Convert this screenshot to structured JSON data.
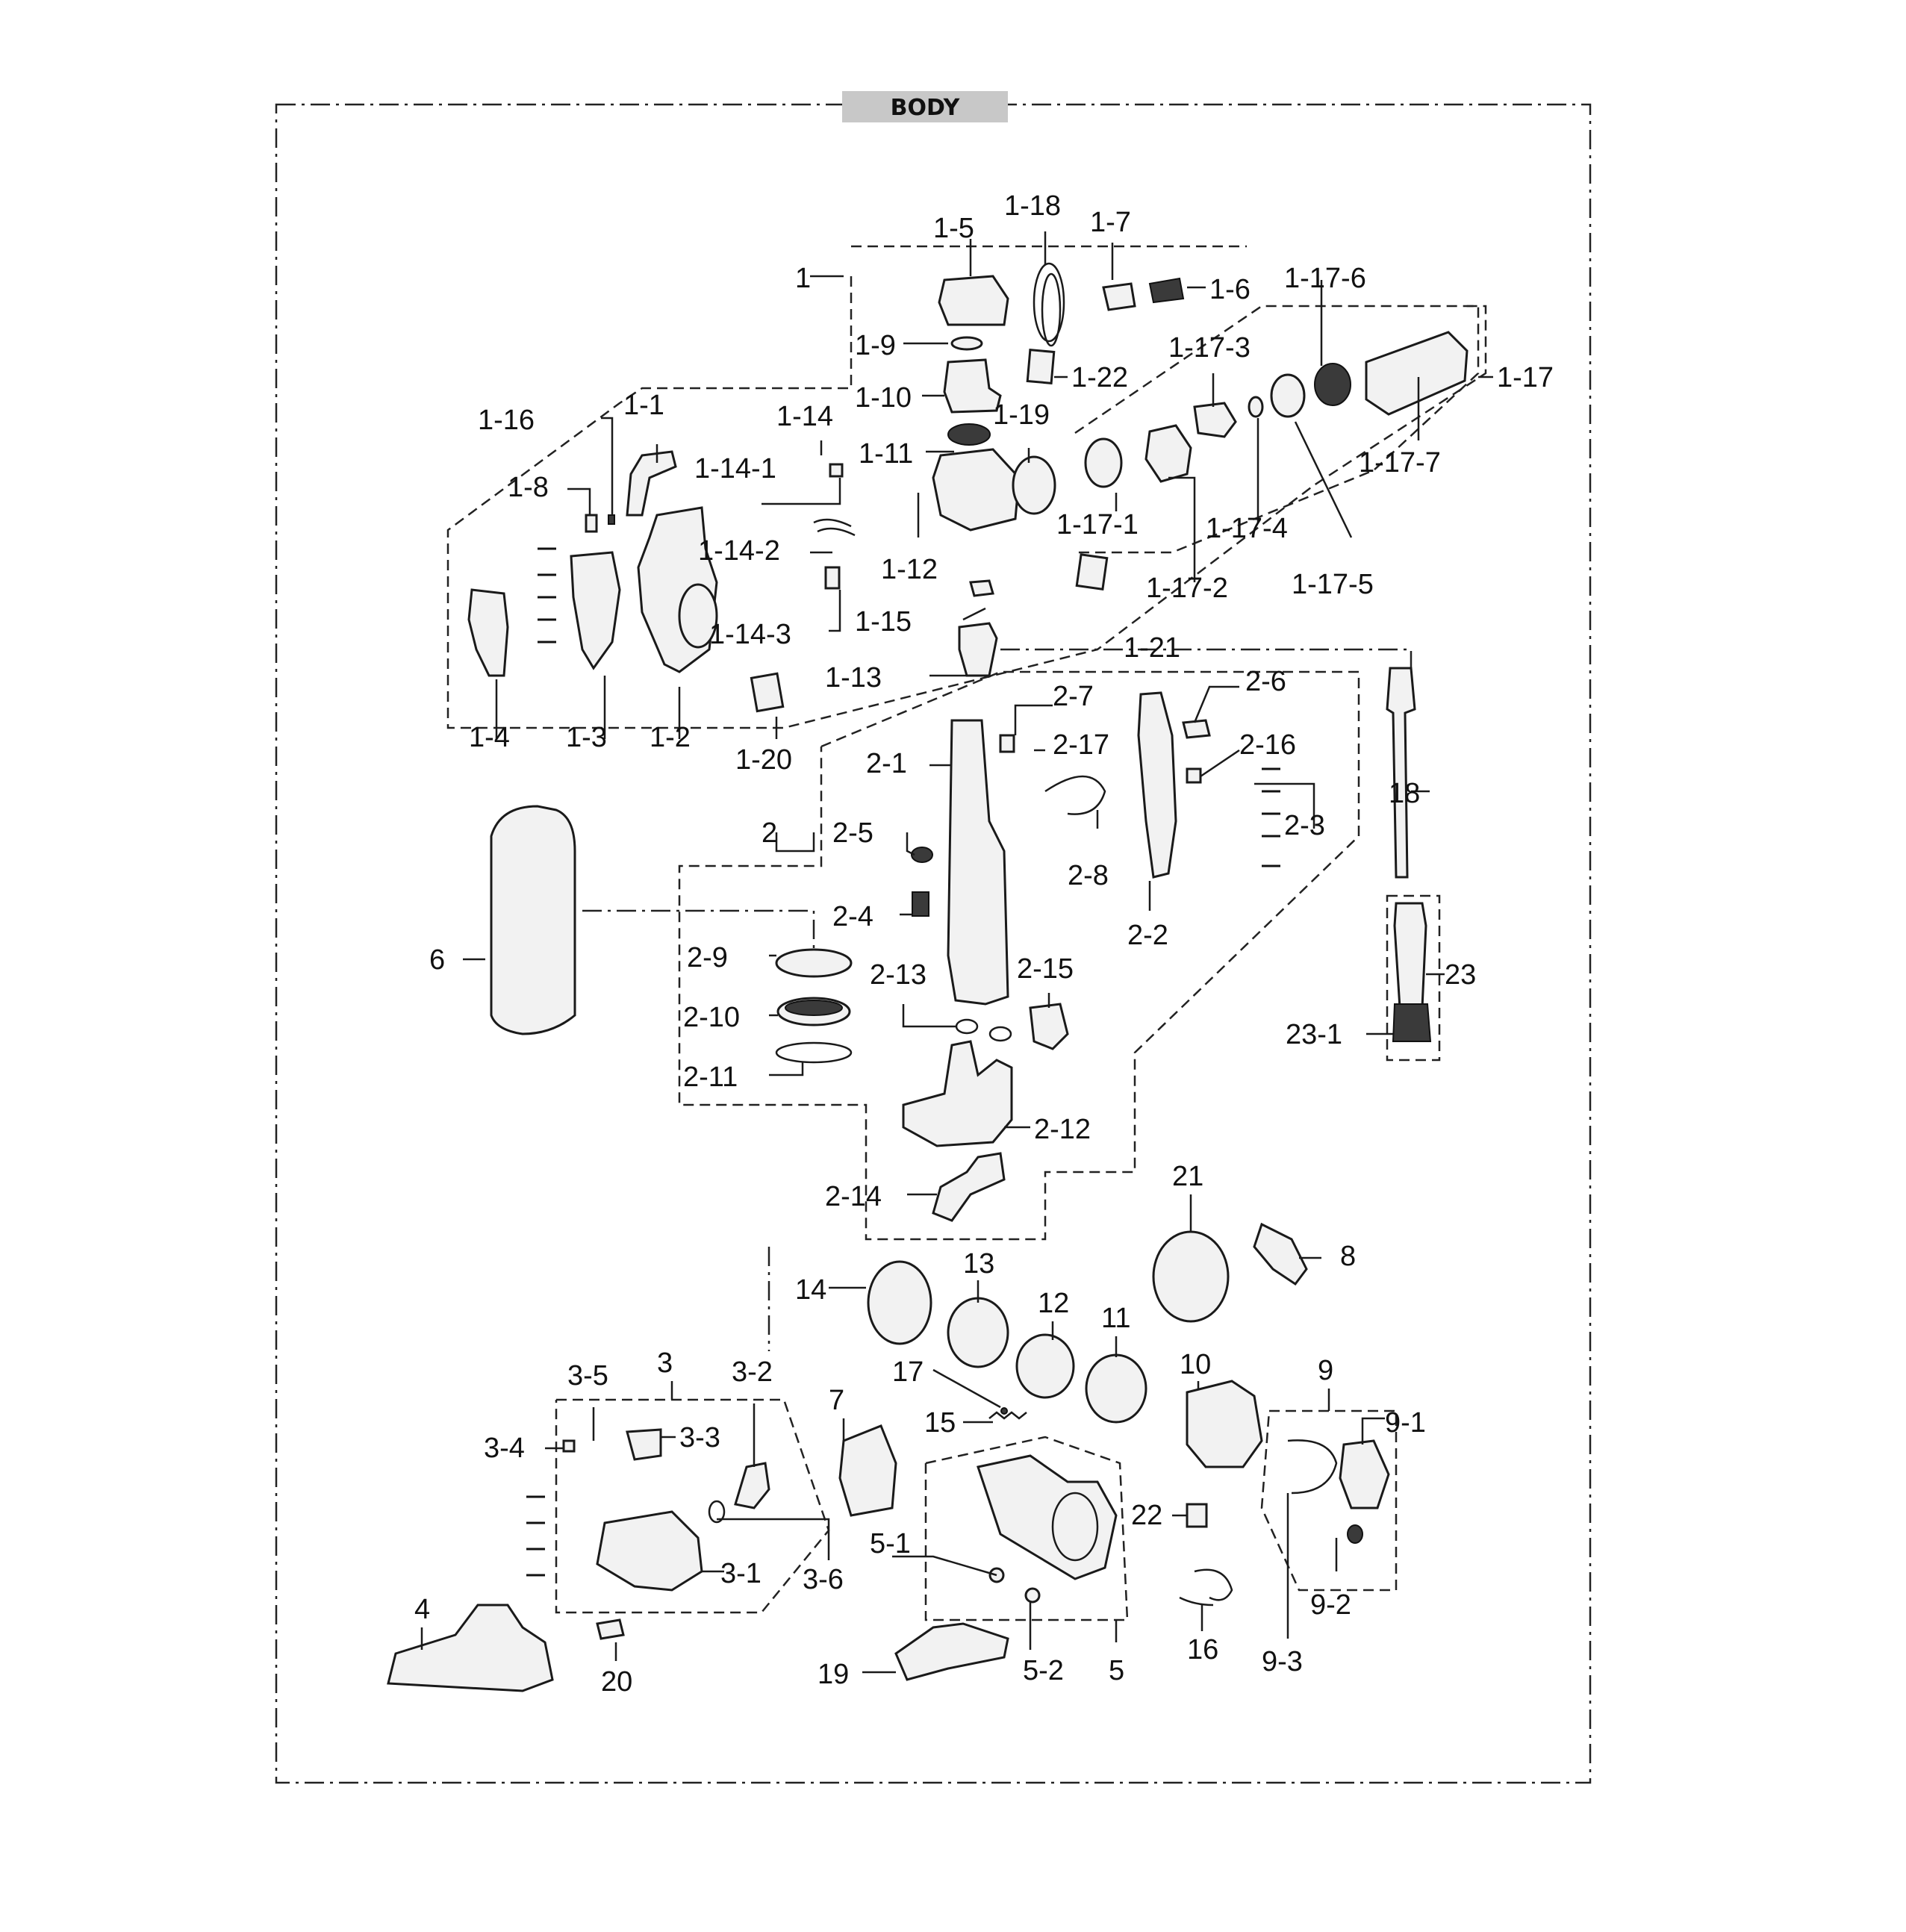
{
  "title": "BODY",
  "labels": {
    "l1": "1",
    "l1_1": "1-1",
    "l1_2": "1-2",
    "l1_3": "1-3",
    "l1_4": "1-4",
    "l1_5": "1-5",
    "l1_6": "1-6",
    "l1_7": "1-7",
    "l1_8": "1-8",
    "l1_9": "1-9",
    "l1_10": "1-10",
    "l1_11": "1-11",
    "l1_12": "1-12",
    "l1_13": "1-13",
    "l1_14": "1-14",
    "l1_14_1": "1-14-1",
    "l1_14_2": "1-14-2",
    "l1_14_3": "1-14-3",
    "l1_15": "1-15",
    "l1_16": "1-16",
    "l1_17": "1-17",
    "l1_17_1": "1-17-1",
    "l1_17_2": "1-17-2",
    "l1_17_3": "1-17-3",
    "l1_17_4": "1-17-4",
    "l1_17_5": "1-17-5",
    "l1_17_6": "1-17-6",
    "l1_17_7": "1-17-7",
    "l1_18": "1-18",
    "l1_19": "1-19",
    "l1_20": "1-20",
    "l1_21": "1-21",
    "l1_22": "1-22",
    "l2": "2",
    "l2_1": "2-1",
    "l2_2": "2-2",
    "l2_3": "2-3",
    "l2_4": "2-4",
    "l2_5": "2-5",
    "l2_6": "2-6",
    "l2_7": "2-7",
    "l2_8": "2-8",
    "l2_9": "2-9",
    "l2_10": "2-10",
    "l2_11": "2-11",
    "l2_12": "2-12",
    "l2_13": "2-13",
    "l2_14": "2-14",
    "l2_15": "2-15",
    "l2_16": "2-16",
    "l2_17": "2-17",
    "l3": "3",
    "l3_1": "3-1",
    "l3_2": "3-2",
    "l3_3": "3-3",
    "l3_4": "3-4",
    "l3_5": "3-5",
    "l3_6": "3-6",
    "l4": "4",
    "l5": "5",
    "l5_1": "5-1",
    "l5_2": "5-2",
    "l6": "6",
    "l7": "7",
    "l8": "8",
    "l9": "9",
    "l9_1": "9-1",
    "l9_2": "9-2",
    "l9_3": "9-3",
    "l10": "10",
    "l11": "11",
    "l12": "12",
    "l13": "13",
    "l14": "14",
    "l15": "15",
    "l16": "16",
    "l17": "17",
    "l18": "18",
    "l19": "19",
    "l20": "20",
    "l21": "21",
    "l22": "22",
    "l23": "23",
    "l23_1": "23-1"
  }
}
